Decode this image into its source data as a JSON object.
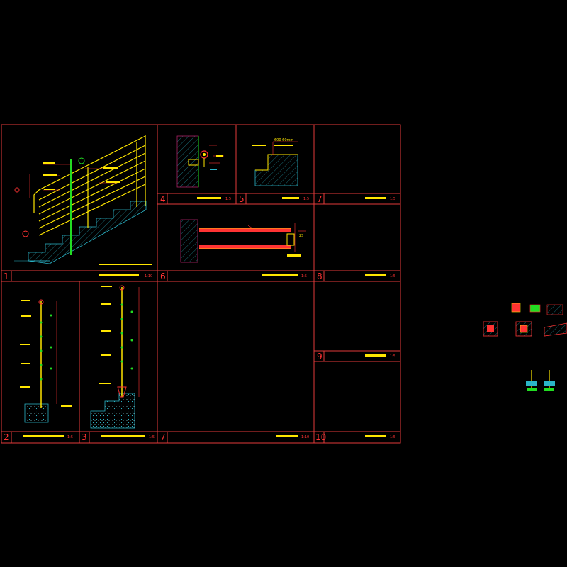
{
  "colors": {
    "background": "#000000",
    "frame": "#e23a3a",
    "handrail": "#ffe600",
    "post": "#22dd22",
    "hatch": "#2bb5c8",
    "dimension": "#ff3333",
    "wall": "#aa2266"
  },
  "panels": [
    {
      "number": "1",
      "scale": "1:10"
    },
    {
      "number": "4",
      "scale": "1:5"
    },
    {
      "number": "5",
      "scale": "1:5"
    },
    {
      "number": "7",
      "scale": "1:5"
    },
    {
      "number": "6",
      "scale": "1:5"
    },
    {
      "number": "8",
      "scale": "1:5"
    },
    {
      "number": "2",
      "scale": "1:5"
    },
    {
      "number": "3",
      "scale": "1:5"
    },
    {
      "number": "7",
      "scale": "1:10"
    },
    {
      "number": "9",
      "scale": "1:5"
    },
    {
      "number": "10",
      "scale": "1:5"
    }
  ],
  "callouts": {
    "panel5_top": "600 60mm",
    "panel6_right": "2S"
  }
}
